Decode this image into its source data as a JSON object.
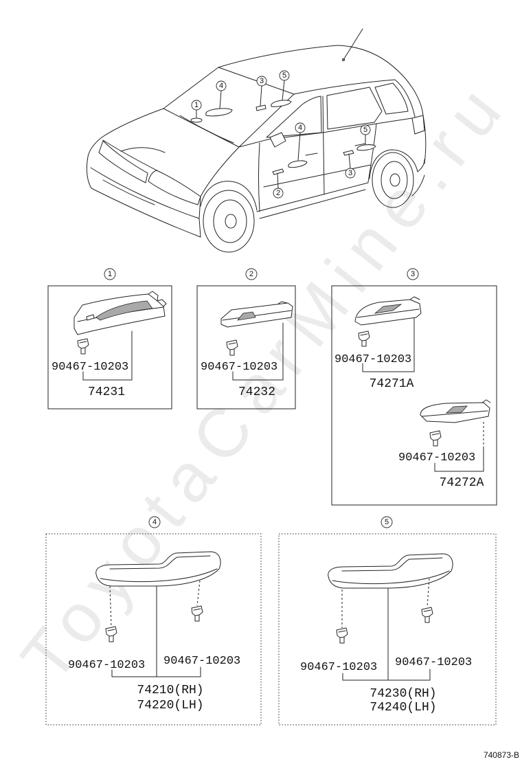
{
  "car_callouts": [
    "1",
    "4",
    "3",
    "5",
    "4",
    "5",
    "3",
    "2"
  ],
  "panels": [
    {
      "label": "1",
      "clip": "90467-10203",
      "assembly": "74231"
    },
    {
      "label": "2",
      "clip": "90467-10203",
      "assembly": "74232"
    },
    {
      "label": "3",
      "items": [
        {
          "clip": "90467-10203",
          "assembly": "74271A"
        },
        {
          "clip": "90467-10203",
          "assembly": "74272A"
        }
      ]
    },
    {
      "label": "4",
      "clip_left": "90467-10203",
      "clip_right": "90467-10203",
      "assembly_rh": "74210(RH)",
      "assembly_lh": "74220(LH)"
    },
    {
      "label": "5",
      "clip_left": "90467-10203",
      "clip_right": "90467-10203",
      "assembly_rh": "74230(RH)",
      "assembly_lh": "74240(LH)"
    }
  ],
  "diagram_code": "740873-B",
  "watermark": "ToyotaCarMine.ru"
}
